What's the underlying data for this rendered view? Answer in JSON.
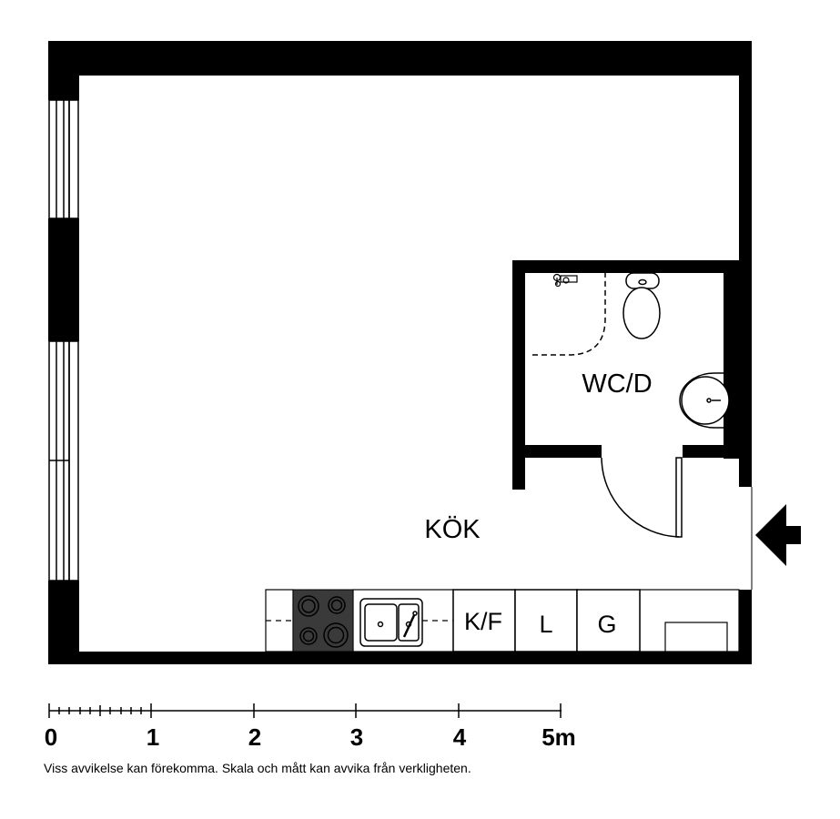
{
  "rooms": {
    "kitchen": "KÖK",
    "bathroom": "WC/D"
  },
  "appliances": {
    "fridge_freezer": "K/F",
    "cabinet_l": "L",
    "cabinet_g": "G"
  },
  "scale": {
    "ticks": [
      "0",
      "1",
      "2",
      "3",
      "4",
      "5m"
    ]
  },
  "disclaimer": "Viss avvikelse kan förekomma. Skala och mått kan avvika från verkligheten.",
  "colors": {
    "wall": "#000000",
    "stove": "#3a3a3a",
    "background": "#ffffff"
  },
  "icons": {
    "entrance": "entrance-arrow-icon",
    "toilet": "toilet-icon",
    "sink": "washbasin-icon",
    "shower": "shower-mixer-icon"
  }
}
